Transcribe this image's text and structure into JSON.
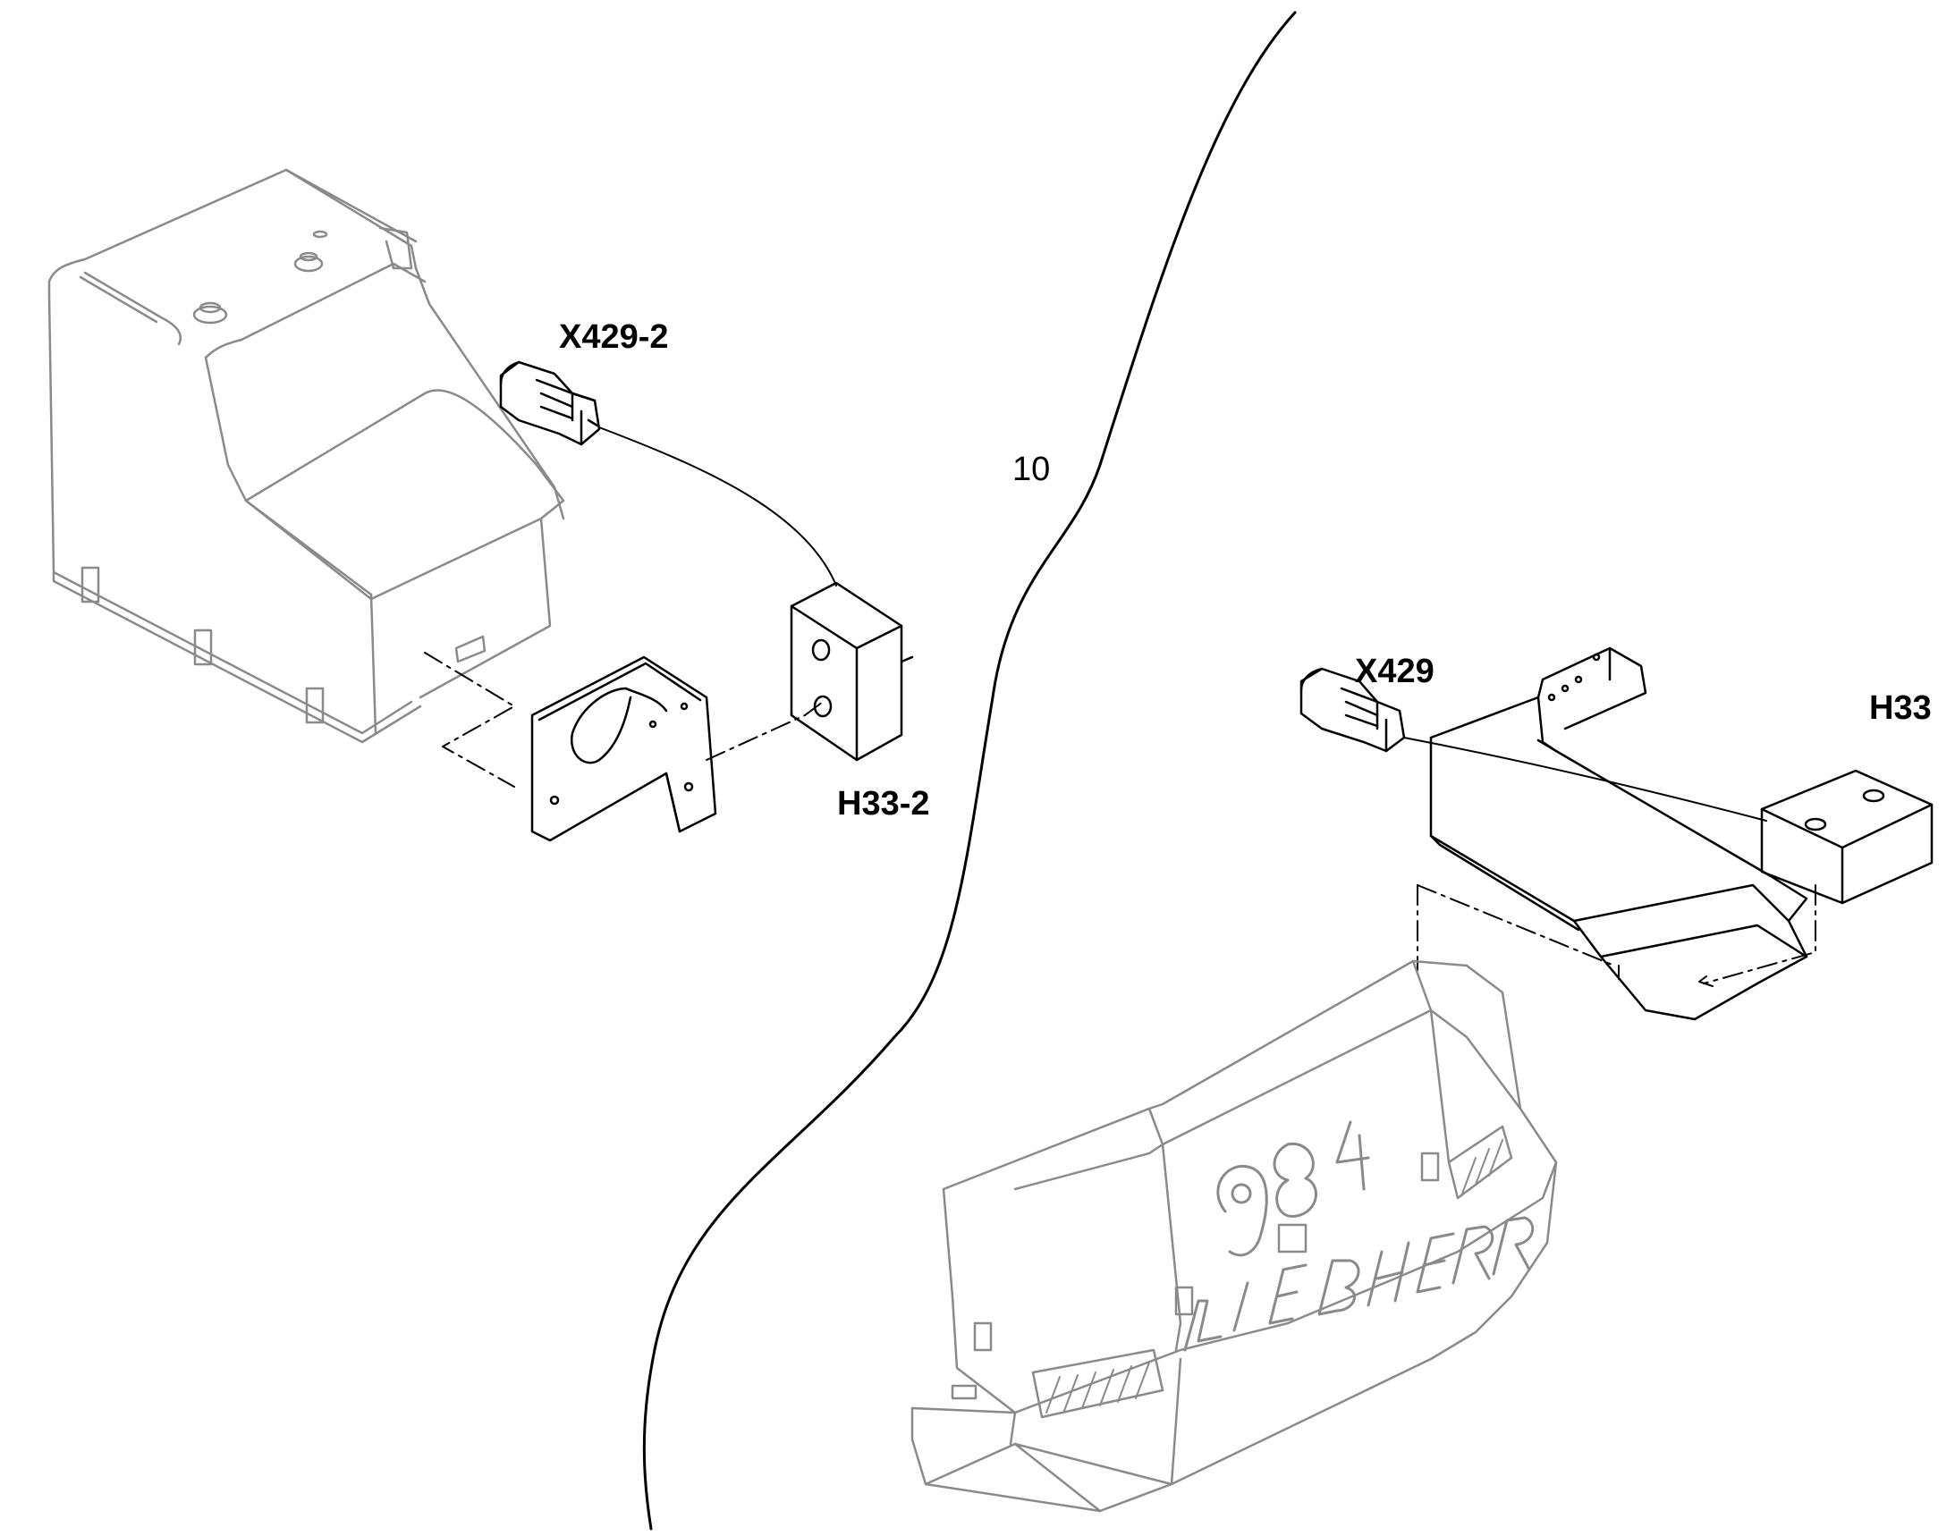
{
  "diagram": {
    "section_number": "10",
    "parts": {
      "connector_left": "X429-2",
      "lamp_left": "H33-2",
      "connector_right": "X429",
      "lamp_right": "H33"
    },
    "machine_logo": {
      "model": "984",
      "brand": "LIEBHERR"
    }
  }
}
